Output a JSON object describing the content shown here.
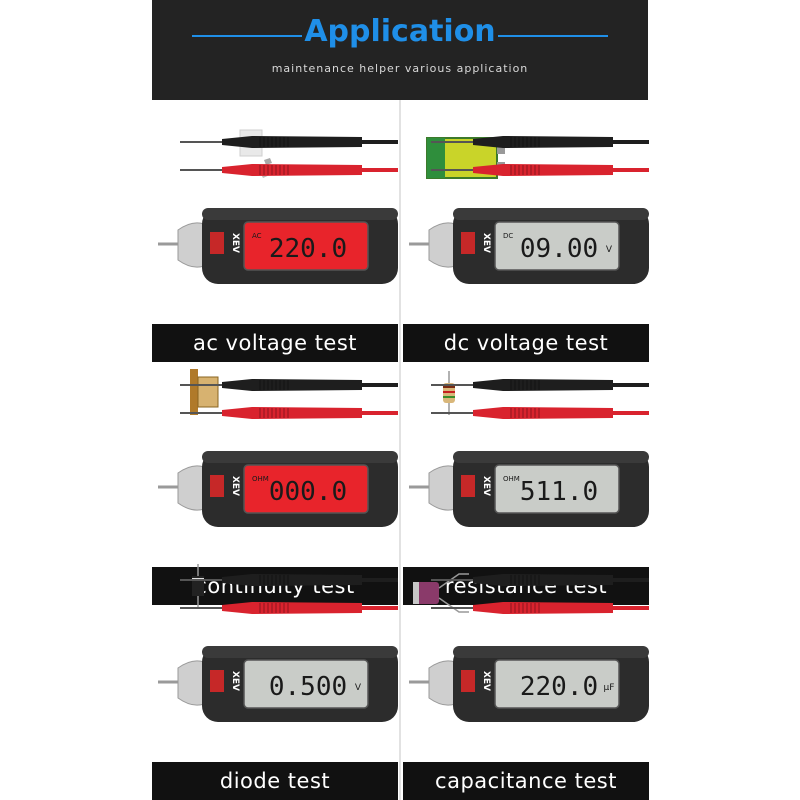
{
  "header": {
    "title": "Application",
    "subtitle": "maintenance helper  various application"
  },
  "brand": "XEV",
  "tests": [
    {
      "label": "ac voltage test",
      "reading": "220.0",
      "mode": "AC",
      "unit": "",
      "backlight": "red",
      "accessory": "outlet"
    },
    {
      "label": "dc voltage test",
      "reading": "09.00",
      "mode": "DC",
      "unit": "V",
      "backlight": "grey",
      "accessory": "battery"
    },
    {
      "label": "continuity test",
      "reading": "000.0",
      "mode": "OHM",
      "unit": "",
      "backlight": "red",
      "accessory": "fuse"
    },
    {
      "label": "resistance test",
      "reading": "511.0",
      "mode": "OHM",
      "unit": "",
      "backlight": "grey",
      "accessory": "resistor"
    },
    {
      "label": "diode test",
      "reading": "0.500",
      "mode": "",
      "unit": "V",
      "backlight": "grey",
      "accessory": "diode"
    },
    {
      "label": "capacitance test",
      "reading": "220.0",
      "mode": "",
      "unit": "µF",
      "backlight": "grey",
      "accessory": "capacitor"
    }
  ],
  "colors": {
    "header_bg": "#232323",
    "title_blue": "#1f8fe8",
    "label_bg": "#111111",
    "lcd_red": "#e8242b",
    "lcd_grey": "#c9ccc8",
    "probe_black": "#1e1e1e",
    "probe_red": "#d9232e"
  }
}
